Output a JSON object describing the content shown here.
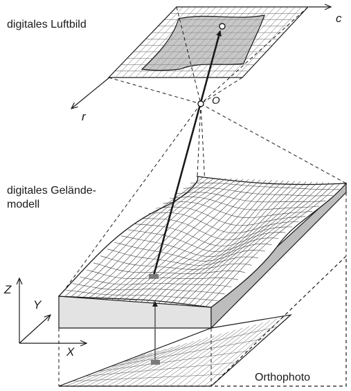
{
  "labels": {
    "aerial_image": "digitales Luftbild",
    "dem_line1": "digitales Gelände-",
    "dem_line2": "modell",
    "orthophoto": "Orthophoto"
  },
  "axes": {
    "c": "c",
    "r": "r",
    "o": "O",
    "z": "Z",
    "y": "Y",
    "x": "X"
  },
  "colors": {
    "ink": "#1a1a1a",
    "grid": "#444444",
    "shade": "#bdbdbd",
    "side": "#e0e0e0",
    "side_dark": "#bdbdbd"
  }
}
